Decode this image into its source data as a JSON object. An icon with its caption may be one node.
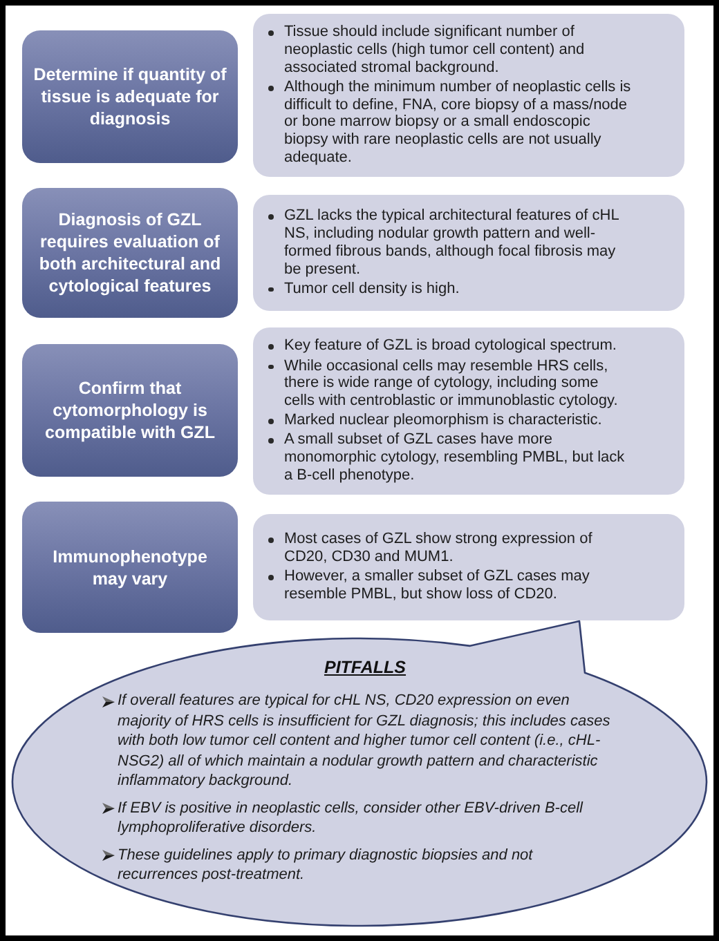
{
  "diagram": {
    "nodes": [
      {
        "text": [
          "Determine if quantity of tissue is adequate for diagnosis"
        ]
      },
      {
        "text": [
          "Tissue should include significant number of neoplastic cells (high tumor cell content) and associated stromal background.",
          "Although the minimum number of neoplastic cells is difficult to define, FNA, core biopsy of a mass/node or bone marrow biopsy or a small endoscopic biopsy with rare neoplastic cells are not usually adequate."
        ]
      },
      {
        "text": [
          "Diagnosis of GZL requires evaluation of both architectural and cytological features"
        ]
      },
      {
        "text": [
          "GZL lacks the typical architectural features of cHL NS, including nodular growth pattern and well-formed fibrous bands, although focal fibrosis may be present.",
          "Tumor cell density is high."
        ]
      },
      {
        "text": [
          "Confirm that cytomorphology is compatible with GZL"
        ]
      },
      {
        "text": [
          "Key feature of GZL is broad cytological spectrum.",
          "While occasional cells may resemble HRS cells, there is wide range of cytology, including some cells with centroblastic or immunoblastic cytology.",
          "Marked nuclear pleomorphism is characteristic.",
          "A small subset of GZL cases have more monomorphic cytology, resembling PMBL, but lack a B-cell phenotype."
        ]
      },
      {
        "text": [
          "Immunophenotype may vary"
        ]
      },
      {
        "text": [
          "Most cases of GZL show strong expression of CD20, CD30 and MUM1.",
          "However, a smaller subset of GZL cases may resemble PMBL, but show loss of CD20."
        ]
      },
      {
        "text": [
          "PITFALLS",
          "If overall features are typical for cHL NS, CD20 expression on even majority of HRS cells is insufficient for GZL diagnosis; this includes cases with both low tumor cell content and higher tumor cell content (i.e., cHL-NSG2) all of which maintain a nodular growth pattern and characteristic inflammatory background.",
          "If EBV is positive in neoplastic cells, consider other EBV-driven B-cell lymphoproliferative disorders.",
          "These guidelines apply to primary diagnostic biopsies and not recurrences post-treatment."
        ]
      }
    ]
  }
}
